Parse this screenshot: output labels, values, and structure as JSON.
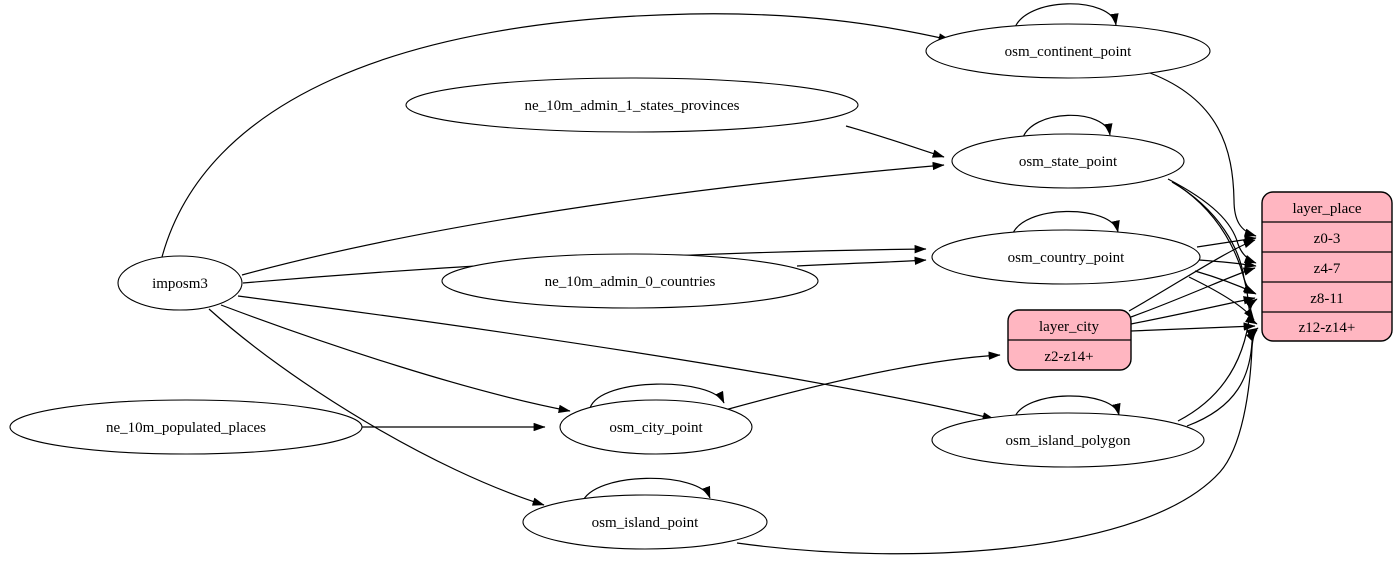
{
  "diagram": {
    "kind": "etl-graph",
    "colors": {
      "background": "#ffffff",
      "node_fill": "#ffffff",
      "record_fill": "#ffb6c1",
      "stroke": "#000000"
    },
    "nodes": {
      "imposm3": {
        "label": "imposm3",
        "shape": "ellipse"
      },
      "ne_10m_admin_1_states_provinces": {
        "label": "ne_10m_admin_1_states_provinces",
        "shape": "ellipse"
      },
      "ne_10m_admin_0_countries": {
        "label": "ne_10m_admin_0_countries",
        "shape": "ellipse"
      },
      "ne_10m_populated_places": {
        "label": "ne_10m_populated_places",
        "shape": "ellipse"
      },
      "osm_continent_point": {
        "label": "osm_continent_point",
        "shape": "ellipse"
      },
      "osm_state_point": {
        "label": "osm_state_point",
        "shape": "ellipse"
      },
      "osm_country_point": {
        "label": "osm_country_point",
        "shape": "ellipse"
      },
      "osm_city_point": {
        "label": "osm_city_point",
        "shape": "ellipse"
      },
      "osm_island_polygon": {
        "label": "osm_island_polygon",
        "shape": "ellipse"
      },
      "osm_island_point": {
        "label": "osm_island_point",
        "shape": "ellipse"
      }
    },
    "records": {
      "layer_place": {
        "title": "layer_place",
        "rows": [
          "z0-3",
          "z4-7",
          "z8-11",
          "z12-z14+"
        ]
      },
      "layer_city": {
        "title": "layer_city",
        "rows": [
          "z2-z14+"
        ]
      }
    },
    "self_loop_nodes": [
      "osm_continent_point",
      "osm_state_point",
      "osm_country_point",
      "osm_city_point",
      "osm_island_polygon",
      "osm_island_point"
    ],
    "edges": [
      {
        "from": "imposm3",
        "to": "osm_continent_point"
      },
      {
        "from": "imposm3",
        "to": "osm_state_point"
      },
      {
        "from": "imposm3",
        "to": "osm_country_point"
      },
      {
        "from": "imposm3",
        "to": "osm_city_point"
      },
      {
        "from": "imposm3",
        "to": "osm_island_polygon"
      },
      {
        "from": "imposm3",
        "to": "osm_island_point"
      },
      {
        "from": "ne_10m_admin_1_states_provinces",
        "to": "osm_state_point"
      },
      {
        "from": "ne_10m_admin_0_countries",
        "to": "osm_country_point"
      },
      {
        "from": "ne_10m_populated_places",
        "to": "osm_city_point"
      },
      {
        "from": "osm_city_point",
        "to": "layer_city",
        "row": "z2-z14+"
      },
      {
        "from": "osm_continent_point",
        "to": "layer_place",
        "row": "z0-3"
      },
      {
        "from": "osm_country_point",
        "to": "layer_place",
        "row": "z0-3"
      },
      {
        "from": "osm_country_point",
        "to": "layer_place",
        "row": "z4-7"
      },
      {
        "from": "osm_country_point",
        "to": "layer_place",
        "row": "z8-11"
      },
      {
        "from": "osm_country_point",
        "to": "layer_place",
        "row": "z12-z14+"
      },
      {
        "from": "osm_state_point",
        "to": "layer_place",
        "row": "z4-7"
      },
      {
        "from": "osm_state_point",
        "to": "layer_place",
        "row": "z8-11"
      },
      {
        "from": "osm_state_point",
        "to": "layer_place",
        "row": "z12-z14+"
      },
      {
        "from": "layer_city",
        "to": "layer_place",
        "row": "z0-3"
      },
      {
        "from": "layer_city",
        "to": "layer_place",
        "row": "z4-7"
      },
      {
        "from": "layer_city",
        "to": "layer_place",
        "row": "z8-11"
      },
      {
        "from": "layer_city",
        "to": "layer_place",
        "row": "z12-z14+"
      },
      {
        "from": "osm_island_polygon",
        "to": "layer_place",
        "row": "z8-11"
      },
      {
        "from": "osm_island_polygon",
        "to": "layer_place",
        "row": "z12-z14+"
      },
      {
        "from": "osm_island_point",
        "to": "layer_place",
        "row": "z12-z14+"
      }
    ]
  }
}
